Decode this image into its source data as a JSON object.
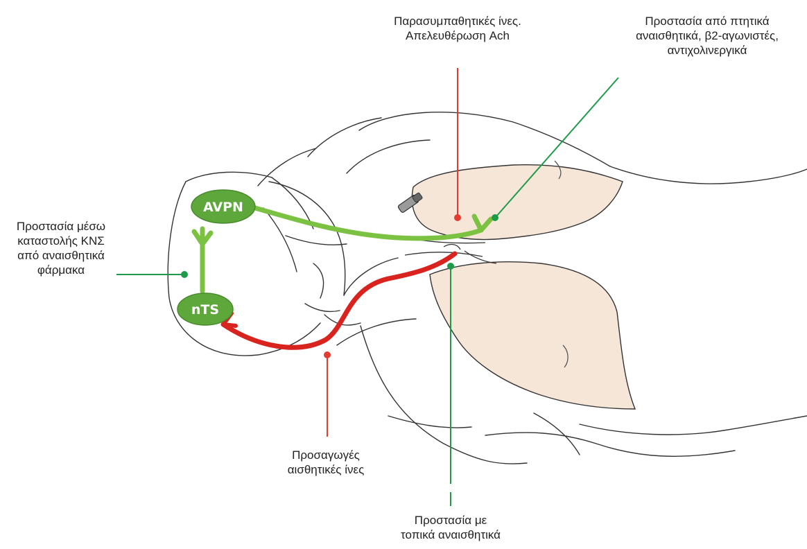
{
  "nodes": {
    "avpn": "AVPN",
    "nts": "nTS"
  },
  "labels": {
    "parasympathetic": [
      "Παρασυμπαθητικές ίνες.",
      "Απελευθέρωση Ach"
    ],
    "inhaled_protection": [
      "Προστασία από πτητικά",
      "αναισθητικά, β2-αγωνιστές,",
      "αντιχολινεργικά"
    ],
    "cns_protection": [
      "Προστασία μέσω",
      "καταστολής ΚΝΣ",
      "από αναισθητικά",
      "φάρμακα"
    ],
    "afferent": [
      "Προσαγωγές",
      "αισθητικές ίνες"
    ],
    "local_protection": [
      "Προστασία με",
      "τοπικά αναισθητικά"
    ]
  },
  "colors": {
    "green_path": "#7cc242",
    "node_fill": "#5ea83b",
    "green_pointer": "#1f9a4a",
    "red_path": "#d9231f",
    "red_pointer": "#e23b32",
    "lung_fill": "#f6e6d8",
    "outline": "#333333"
  }
}
